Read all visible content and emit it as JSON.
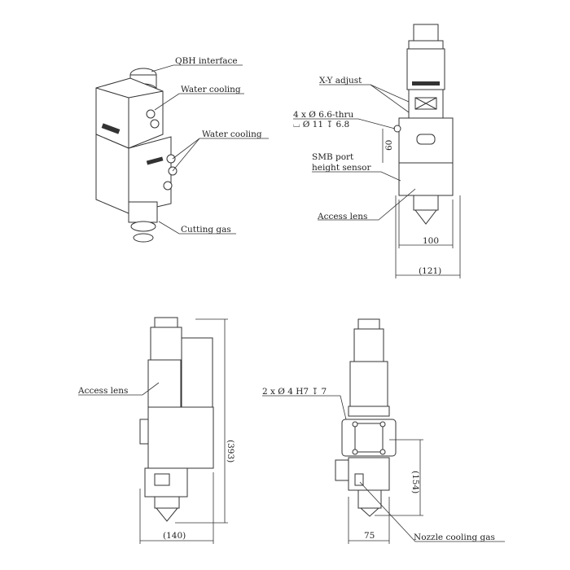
{
  "views": {
    "iso": {
      "labels": [
        "QBH interface",
        "Water cooling",
        "Water cooling",
        "Cutting gas"
      ]
    },
    "side_top": {
      "labels": [
        "X-Y adjust",
        "4 x Ø 6.6-thru",
        "⌴ Ø 11 ↧ 6.8",
        "SMB port",
        "height sensor",
        "Access lens"
      ],
      "dims": [
        "60",
        "100",
        "(121)"
      ]
    },
    "front": {
      "labels": [
        "Access lens"
      ],
      "dims": [
        "(393)",
        "(140)"
      ]
    },
    "side_bottom": {
      "labels": [
        "2 x Ø 4  H7 ↧ 7",
        "Nozzle cooling gas"
      ],
      "dims": [
        "(154)",
        "75"
      ]
    }
  }
}
